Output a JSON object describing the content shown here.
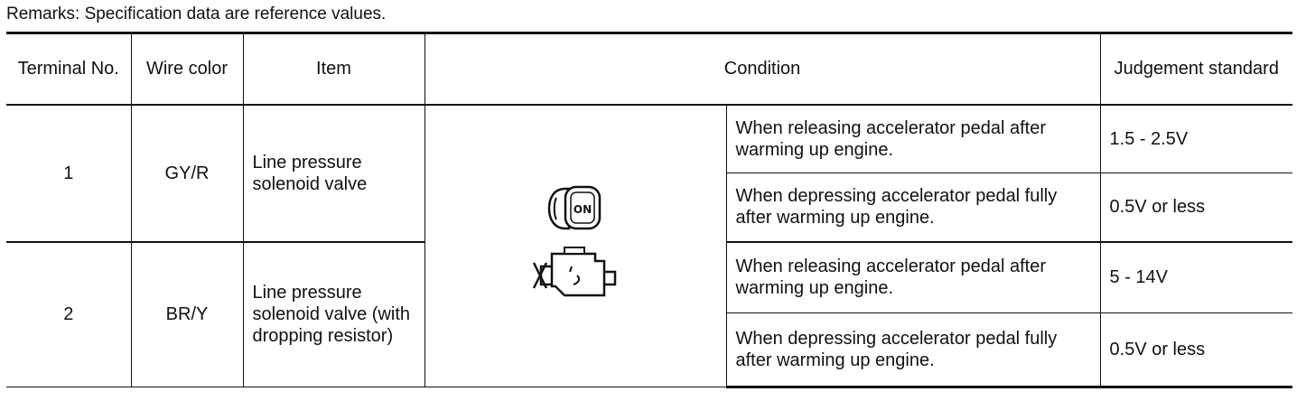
{
  "remarks": "Remarks: Specification data are reference values.",
  "headers": {
    "terminal": "Terminal No.",
    "wire_color": "Wire color",
    "item": "Item",
    "condition": "Condition",
    "judgement": "Judgement standard"
  },
  "terminals": [
    {
      "no": "1",
      "wire_color": "GY/R",
      "item": "Line pressure solenoid valve",
      "conditions": [
        {
          "text": "When releasing accelerator pedal after warming up engine.",
          "standard": "1.5 - 2.5V"
        },
        {
          "text": "When depressing accelerator pedal fully after warming up engine.",
          "standard": "0.5V or less"
        }
      ]
    },
    {
      "no": "2",
      "wire_color": "BR/Y",
      "item": "Line pressure solenoid valve (with dropping resistor)",
      "conditions": [
        {
          "text": "When releasing accelerator pedal after warming up engine.",
          "standard": "5 - 14V"
        },
        {
          "text": "When depressing accelerator pedal fully after warming up engine.",
          "standard": "0.5V or less"
        }
      ]
    }
  ],
  "icons": {
    "ignition": "ignition-switch-on-icon",
    "engine": "engine-running-icon",
    "key_label": "ON"
  }
}
